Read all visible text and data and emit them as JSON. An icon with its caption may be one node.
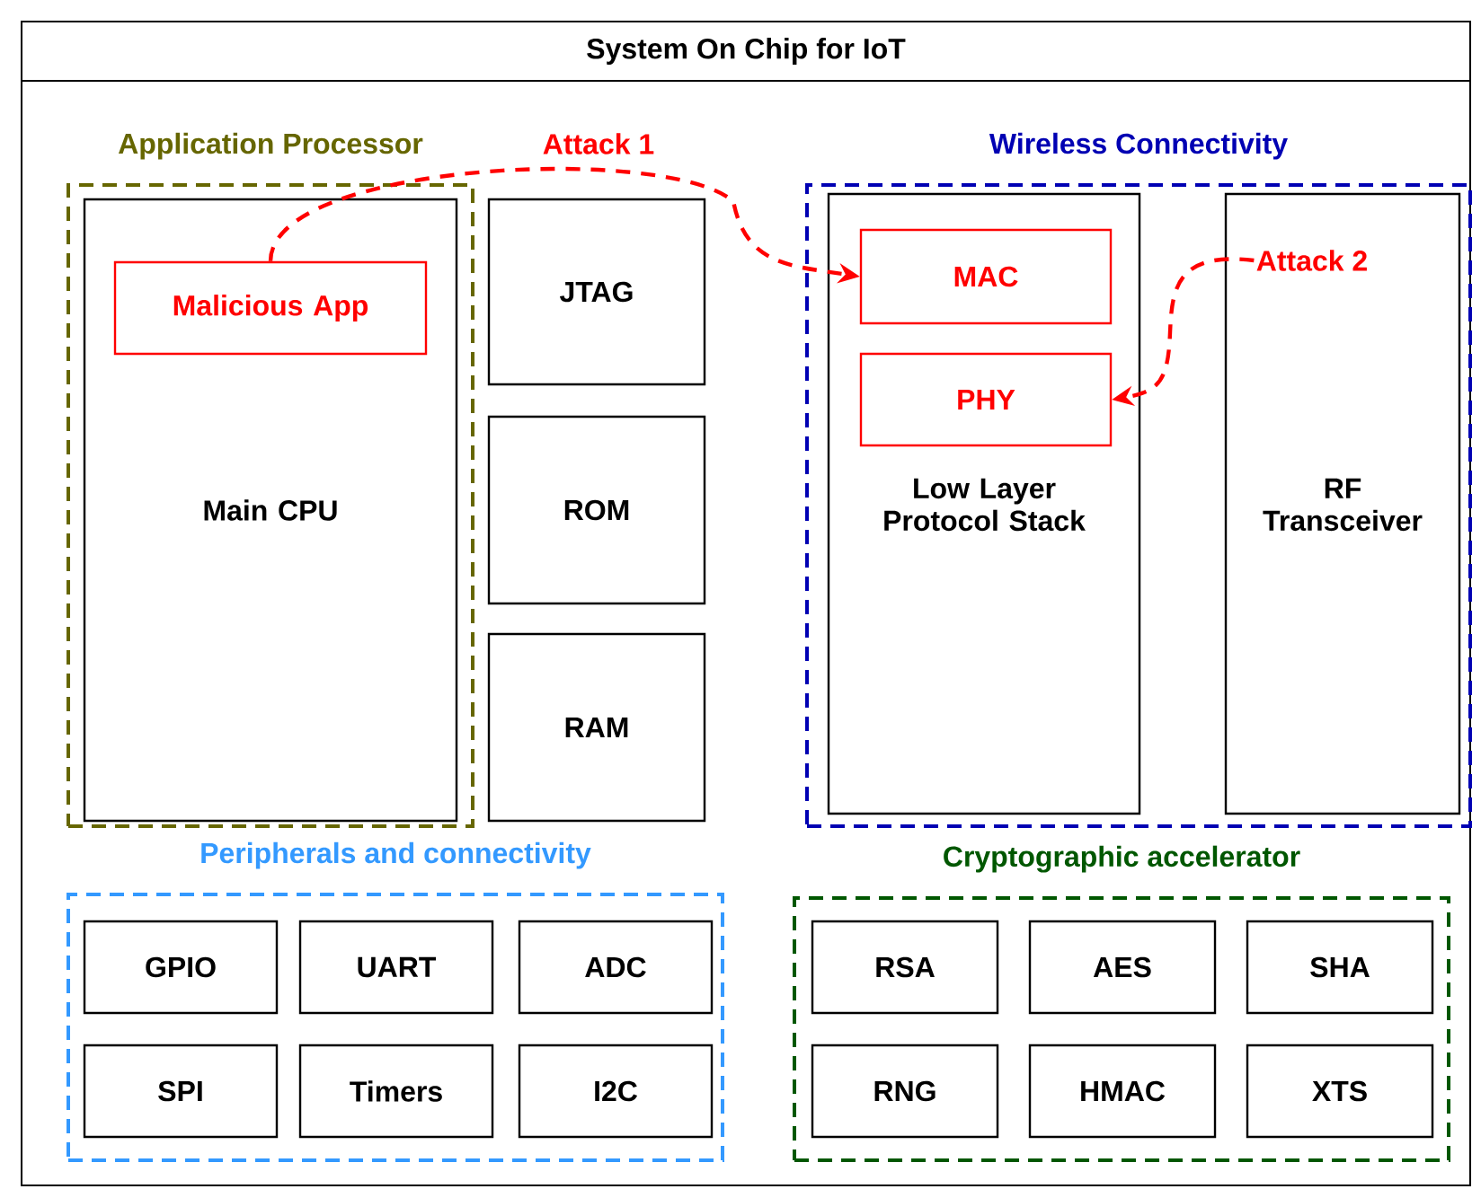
{
  "diagram": {
    "nodes": [
      {
        "text": [
          "System On Chip for IoT"
        ]
      },
      {
        "text": [
          "Application Processor"
        ],
        "in": 0
      },
      {
        "text": [
          "Main CPU"
        ],
        "in": 1
      },
      {
        "text": [
          "Malicious App"
        ],
        "in": 2
      },
      {
        "text": [
          "JTAG"
        ],
        "in": 0
      },
      {
        "text": [
          "ROM"
        ],
        "in": 0
      },
      {
        "text": [
          "RAM"
        ],
        "in": 0
      },
      {
        "text": [
          "Wireless Connectivity"
        ],
        "in": 0
      },
      {
        "text": [
          "Low Layer Protocol Stack"
        ],
        "in": 7
      },
      {
        "text": [
          "MAC"
        ],
        "in": 8
      },
      {
        "text": [
          "PHY"
        ],
        "in": 8
      },
      {
        "text": [
          "RF Transceiver"
        ],
        "in": 7
      },
      {
        "text": [
          "Peripherals and connectivity"
        ],
        "in": 0
      },
      {
        "text": [
          "GPIO"
        ],
        "in": 12
      },
      {
        "text": [
          "UART"
        ],
        "in": 12
      },
      {
        "text": [
          "ADC"
        ],
        "in": 12
      },
      {
        "text": [
          "SPI"
        ],
        "in": 12
      },
      {
        "text": [
          "Timers"
        ],
        "in": 12
      },
      {
        "text": [
          "I2C"
        ],
        "in": 12
      },
      {
        "text": [
          "Cryptographic accelerator"
        ],
        "in": 0
      },
      {
        "text": [
          "RSA"
        ],
        "in": 19
      },
      {
        "text": [
          "AES"
        ],
        "in": 19
      },
      {
        "text": [
          "SHA"
        ],
        "in": 19
      },
      {
        "text": [
          "RNG"
        ],
        "in": 19
      },
      {
        "text": [
          "HMAC"
        ],
        "in": 19
      },
      {
        "text": [
          "XTS"
        ],
        "in": 19
      },
      {
        "text": [
          "Attack 2"
        ],
        "in": 11
      }
    ],
    "edges": [
      {
        "from": 3,
        "to": 9,
        "arrow": "to",
        "label": "Attack 1",
        "style": "dashed",
        "color": "#ff0000"
      },
      {
        "from": 26,
        "to": 10,
        "arrow": "to",
        "style": "dashed",
        "color": "#ff0000"
      }
    ]
  }
}
